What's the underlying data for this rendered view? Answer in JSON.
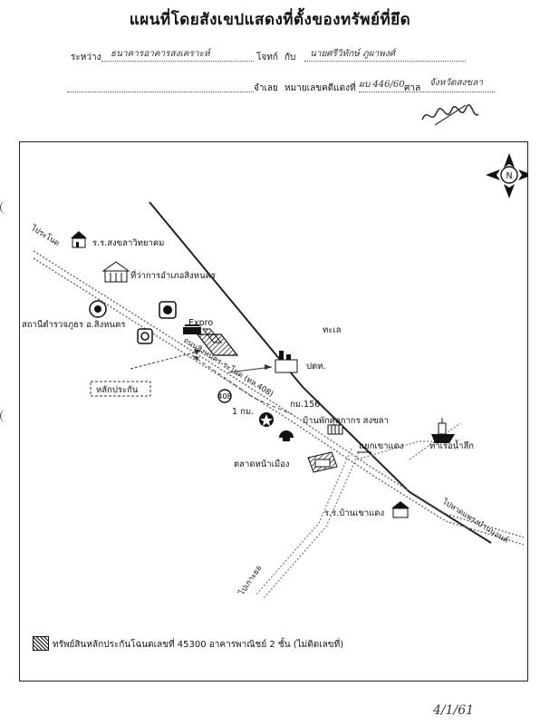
{
  "header": {
    "title": "แผนที่โดยสังเขปแสดงที่ตั้งของทรัพย์ที่ยึด",
    "between_label": "ระหว่าง",
    "plaintiff": "ธนาคารอาคารสงเคราะห์",
    "plaintiff_label": "โจทก์",
    "with_label": "กับ",
    "defendant": "นายศรีวิทักษ์ ภูผาพงศ์",
    "defendant_label": "จำเลย",
    "case_label": "หมายเลขคดีแดงที่",
    "case_number": "ผบ 446/60",
    "court_label": "ศาล",
    "court": "จังหวัดสงขลา",
    "signature_text": "คุณพ่อ"
  },
  "map": {
    "places": {
      "songkhla_school": "ร.ร.สงขลาวิทยาคม",
      "district_office": "ที่ว่าการอำเภอสิงหนคร",
      "police_station": "สถานีตำรวจภูธร อ.สิงหนคร",
      "expro": "Expro",
      "sea": "ทะเล",
      "ptt": "ปตท.",
      "collateral": "หลักประกัน",
      "km156": "กม.156",
      "customs": "บ้านพักศุลกากร สงขลา",
      "one_km": "1 กม.",
      "khao_daeng_junction": "แยกเขาแดง",
      "nam_krachai_port": "ท่าเรือน้ำลึก",
      "city_market": "ตลาดหน้าเมือง",
      "khao_daeng_school": "ร.ร.บ้านเขาแดง",
      "to_ranot": "ไประโนด",
      "road_name": "ถนนสิงหนคร-ระโนด (ทล.408)",
      "to_pak_phanang": "ไปหาดแพรงบำนนอนต์",
      "to_ko_yo": "ไปเกาะยอ"
    },
    "north_symbol": "N"
  },
  "legend": {
    "text": "ทรัพย์สินหลักประกันโฉนดเลขที่ 45300  อาคารพาณิชย์ 2 ชั้น (ไม่ติดเลขที่)"
  },
  "page_date": "4/1/61"
}
